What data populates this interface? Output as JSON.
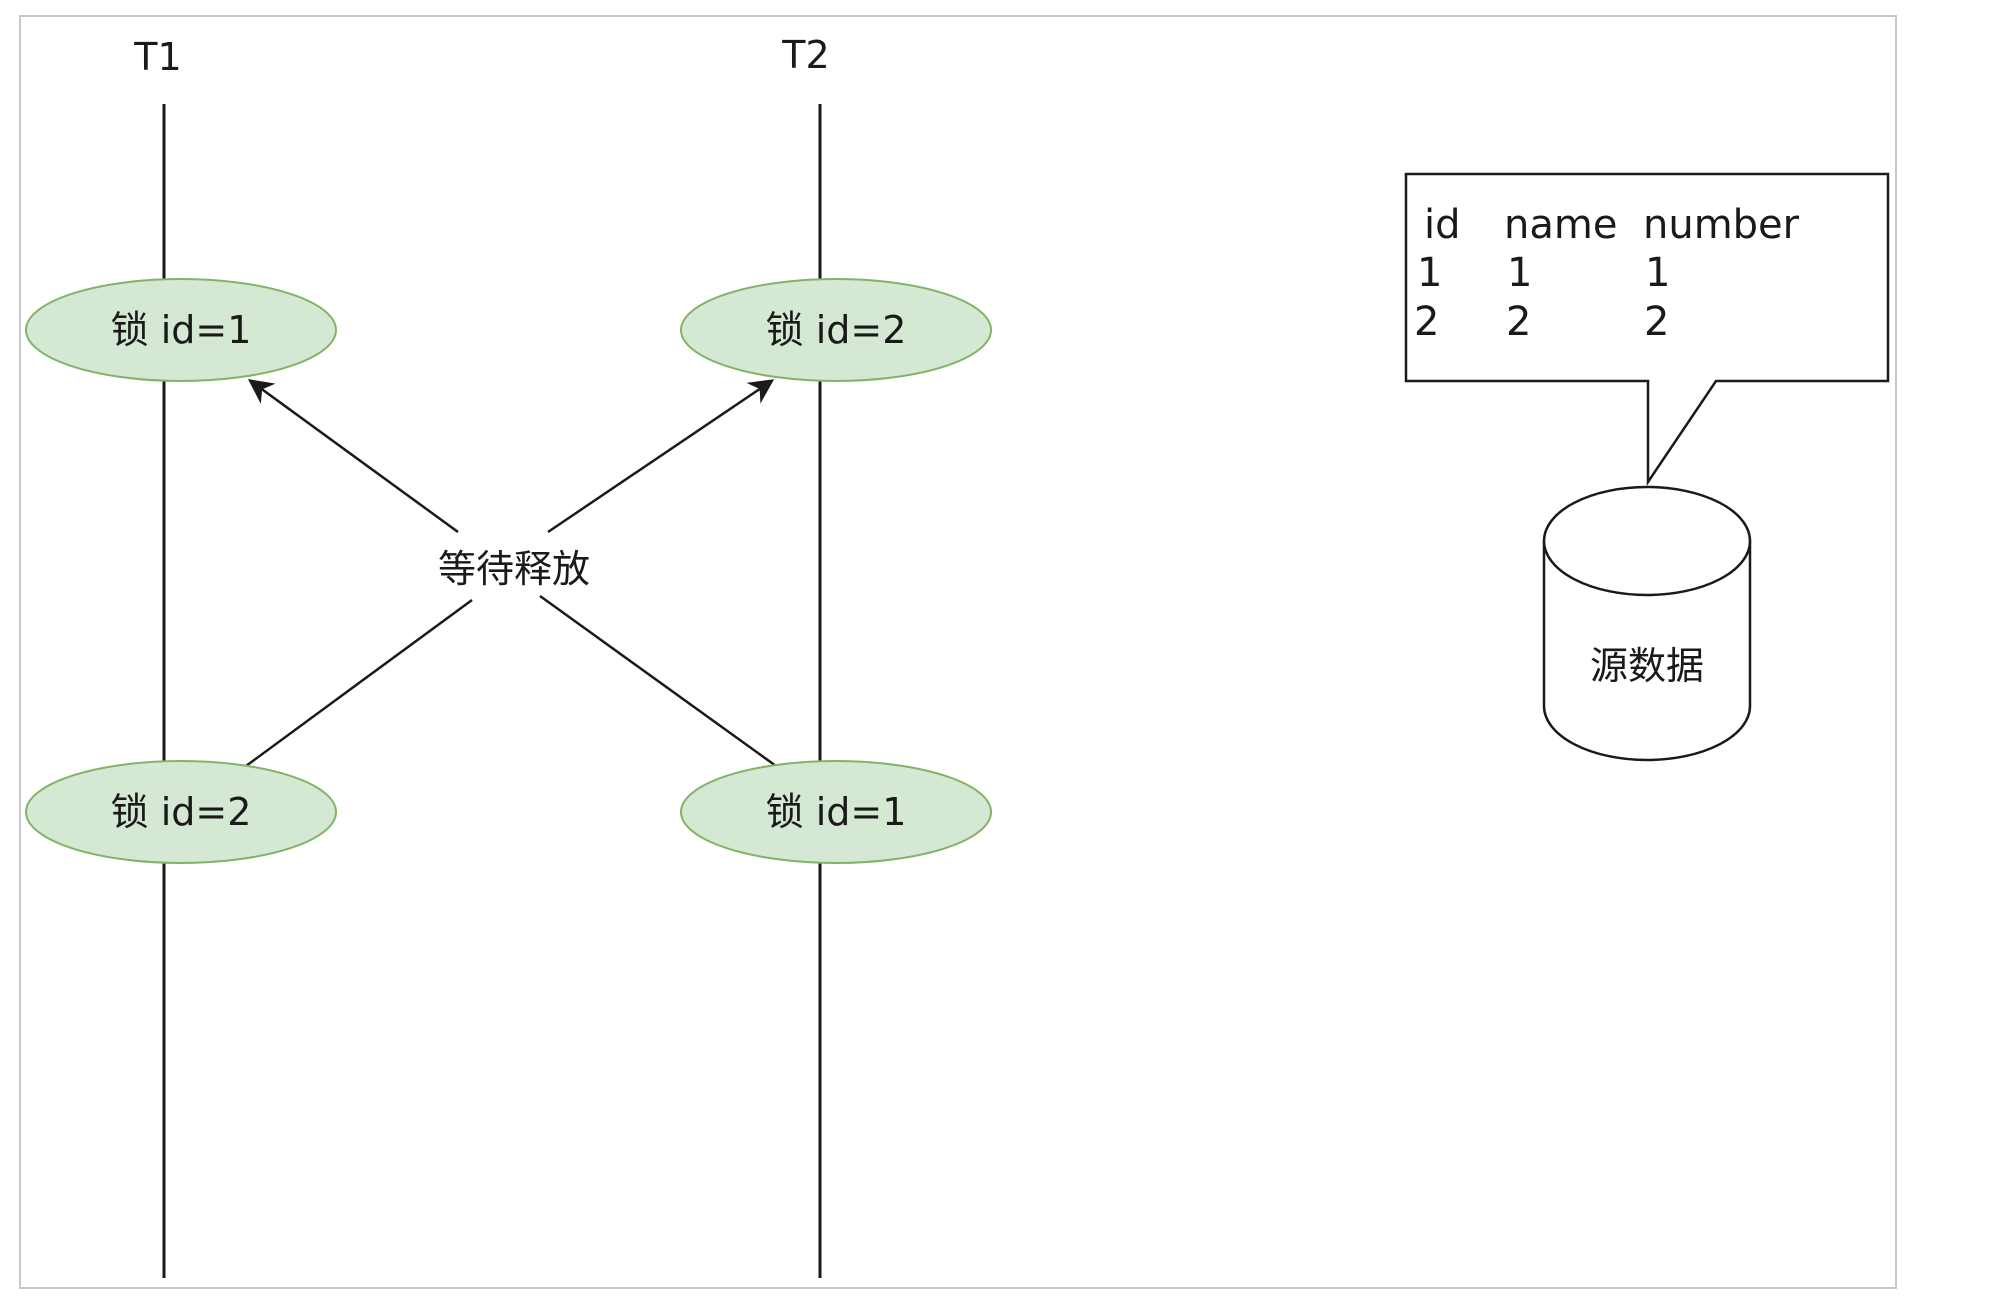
{
  "lanes": {
    "t1_label": "T1",
    "t2_label": "T2"
  },
  "locks": {
    "t1_top": "锁 id=1",
    "t2_top": "锁 id=2",
    "t1_bottom": "锁 id=2",
    "t2_bottom": "锁 id=1"
  },
  "wait_label": "等待释放",
  "table": {
    "headers": [
      "id",
      "name",
      "number"
    ],
    "rows": [
      [
        "1",
        "1",
        "1"
      ],
      [
        "2",
        "2",
        "2"
      ]
    ]
  },
  "database_label": "源数据",
  "colors": {
    "lock_fill": "#d5e8d4",
    "lock_stroke": "#82b366",
    "frame_border": "#c8c8c8",
    "line": "#1a1a1a"
  }
}
